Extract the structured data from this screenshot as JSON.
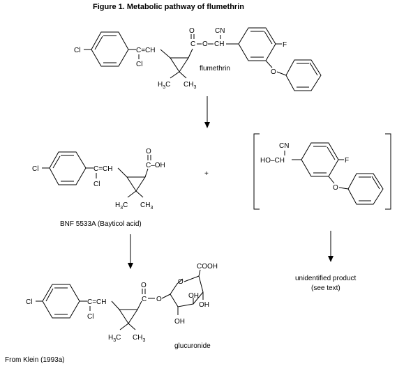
{
  "figure": {
    "title": "Figure 1.  Metabolic pathway of flumethrin",
    "source": "From Klein (1993a)"
  },
  "flumethrin": {
    "label": "flumethrin",
    "cl": "Cl",
    "cl_vinyl": "Cl",
    "vinyl": "C=CH",
    "ester_o": "O",
    "ester_c": "C",
    "ester_link": "O",
    "cn": "CN",
    "ch": "CH",
    "f": "F",
    "ether_o": "O",
    "me1": "H",
    "me1_c": "C",
    "me2": "CH",
    "sub3": "3"
  },
  "acid": {
    "label": "BNF 5533A  (Bayticol acid)",
    "cl": "Cl",
    "cl_vinyl": "Cl",
    "vinyl": "C=CH",
    "carbonyl_o": "O",
    "cooh": "C–OH",
    "me1": "H",
    "me1_c": "C",
    "me2": "CH",
    "sub3": "3"
  },
  "plus": "+",
  "alcohol": {
    "cn": "CN",
    "hoch": "HO–CH",
    "f": "F",
    "ether_o": "O"
  },
  "glucuronide": {
    "label": "glucuronide",
    "cl": "Cl",
    "cl_vinyl": "Cl",
    "vinyl": "C=CH",
    "carbonyl_o": "O",
    "ester_c": "C",
    "link_o": "O",
    "ring_o": "O",
    "cooh": "COOH",
    "oh1": "OH",
    "oh2": "OH",
    "oh3": "OH",
    "me1": "H",
    "me1_c": "C",
    "me2": "CH",
    "sub3": "3"
  },
  "unidentified": {
    "line1": "unidentified product",
    "line2": "(see text)"
  }
}
